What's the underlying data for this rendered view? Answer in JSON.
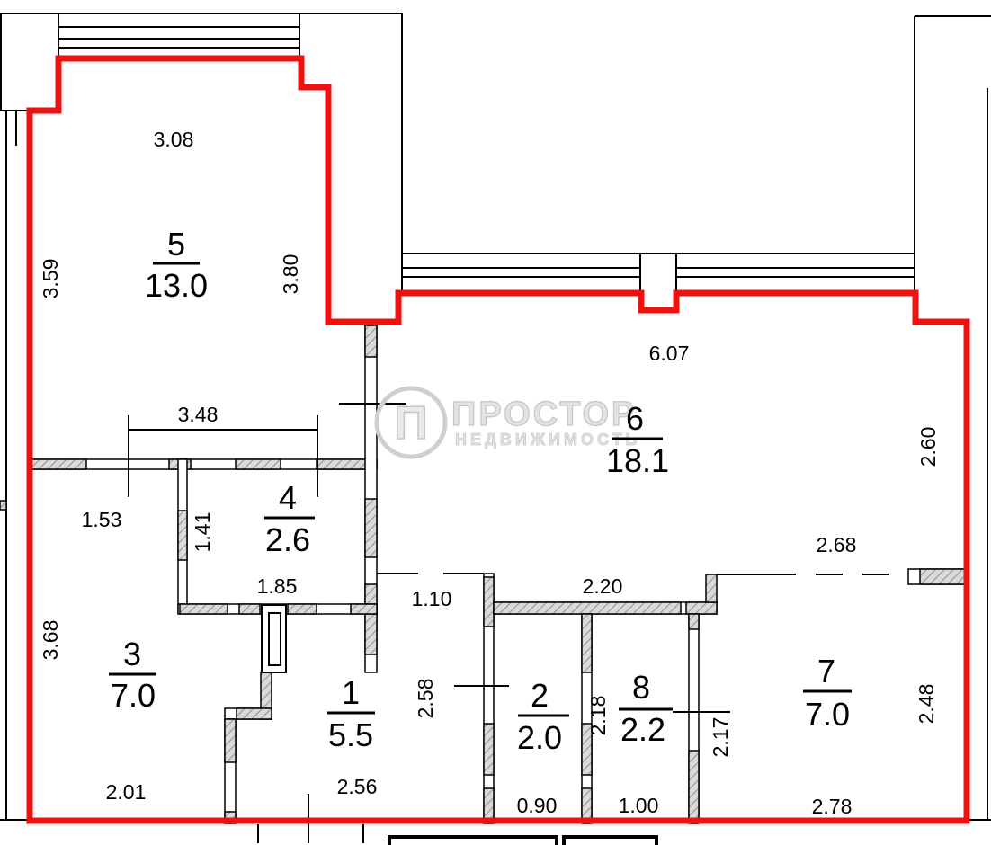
{
  "title": "apartment-floor-plan",
  "watermark": {
    "brand": "ПРОСТОР",
    "tagline": "НЕДВИЖИМОСТЬ",
    "logo": "prostor-circle-logo"
  },
  "colors": {
    "boundary_red": "#ee1111",
    "wall_fill": "#dadada",
    "wall_hatch": "#9a9a9a",
    "line_black": "#000000",
    "watermark_gray": "#d9d9d9"
  },
  "rooms": [
    {
      "number": "5",
      "area": "13.0"
    },
    {
      "number": "6",
      "area": "18.1"
    },
    {
      "number": "4",
      "area": "2.6"
    },
    {
      "number": "3",
      "area": "7.0"
    },
    {
      "number": "1",
      "area": "5.5"
    },
    {
      "number": "2",
      "area": "2.0"
    },
    {
      "number": "8",
      "area": "2.2"
    },
    {
      "number": "7",
      "area": "7.0"
    }
  ],
  "dimensions": {
    "d308": "3.08",
    "d359": "3.59",
    "d380": "3.80",
    "d348": "3.48",
    "d153": "1.53",
    "d141": "1.41",
    "d185": "1.85",
    "d607": "6.07",
    "d260": "2.60",
    "d268": "2.68",
    "d110": "1.10",
    "d220": "2.20",
    "d368": "3.68",
    "d201": "2.01",
    "d256": "2.56",
    "d258": "2.58",
    "d090": "0.90",
    "d218": "2.18",
    "d100": "1.00",
    "d217": "2.17",
    "d278": "2.78",
    "d248": "2.48"
  }
}
